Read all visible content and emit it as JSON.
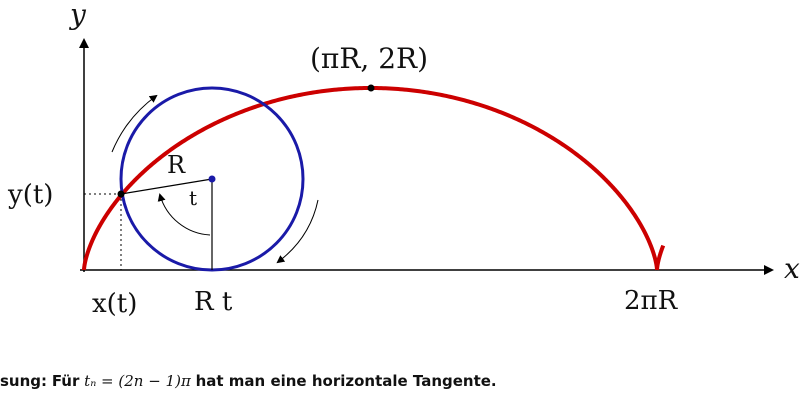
{
  "labels": {
    "y_axis": "y",
    "x_axis": "x",
    "peak": "(πR, 2R)",
    "radius": "R",
    "angle": "t",
    "y_of_t": "y(t)",
    "x_of_t": "x(t)",
    "center_x": "R t",
    "two_pi_r": "2πR"
  },
  "caption": {
    "lead": "sung:",
    "text_1": "Für",
    "formula": "tₙ = (2n − 1)π",
    "text_2": "hat man eine horizontale Tangente."
  },
  "colors": {
    "curve": "#cc0000",
    "circle": "#1a1aa8",
    "axes": "#000000"
  }
}
